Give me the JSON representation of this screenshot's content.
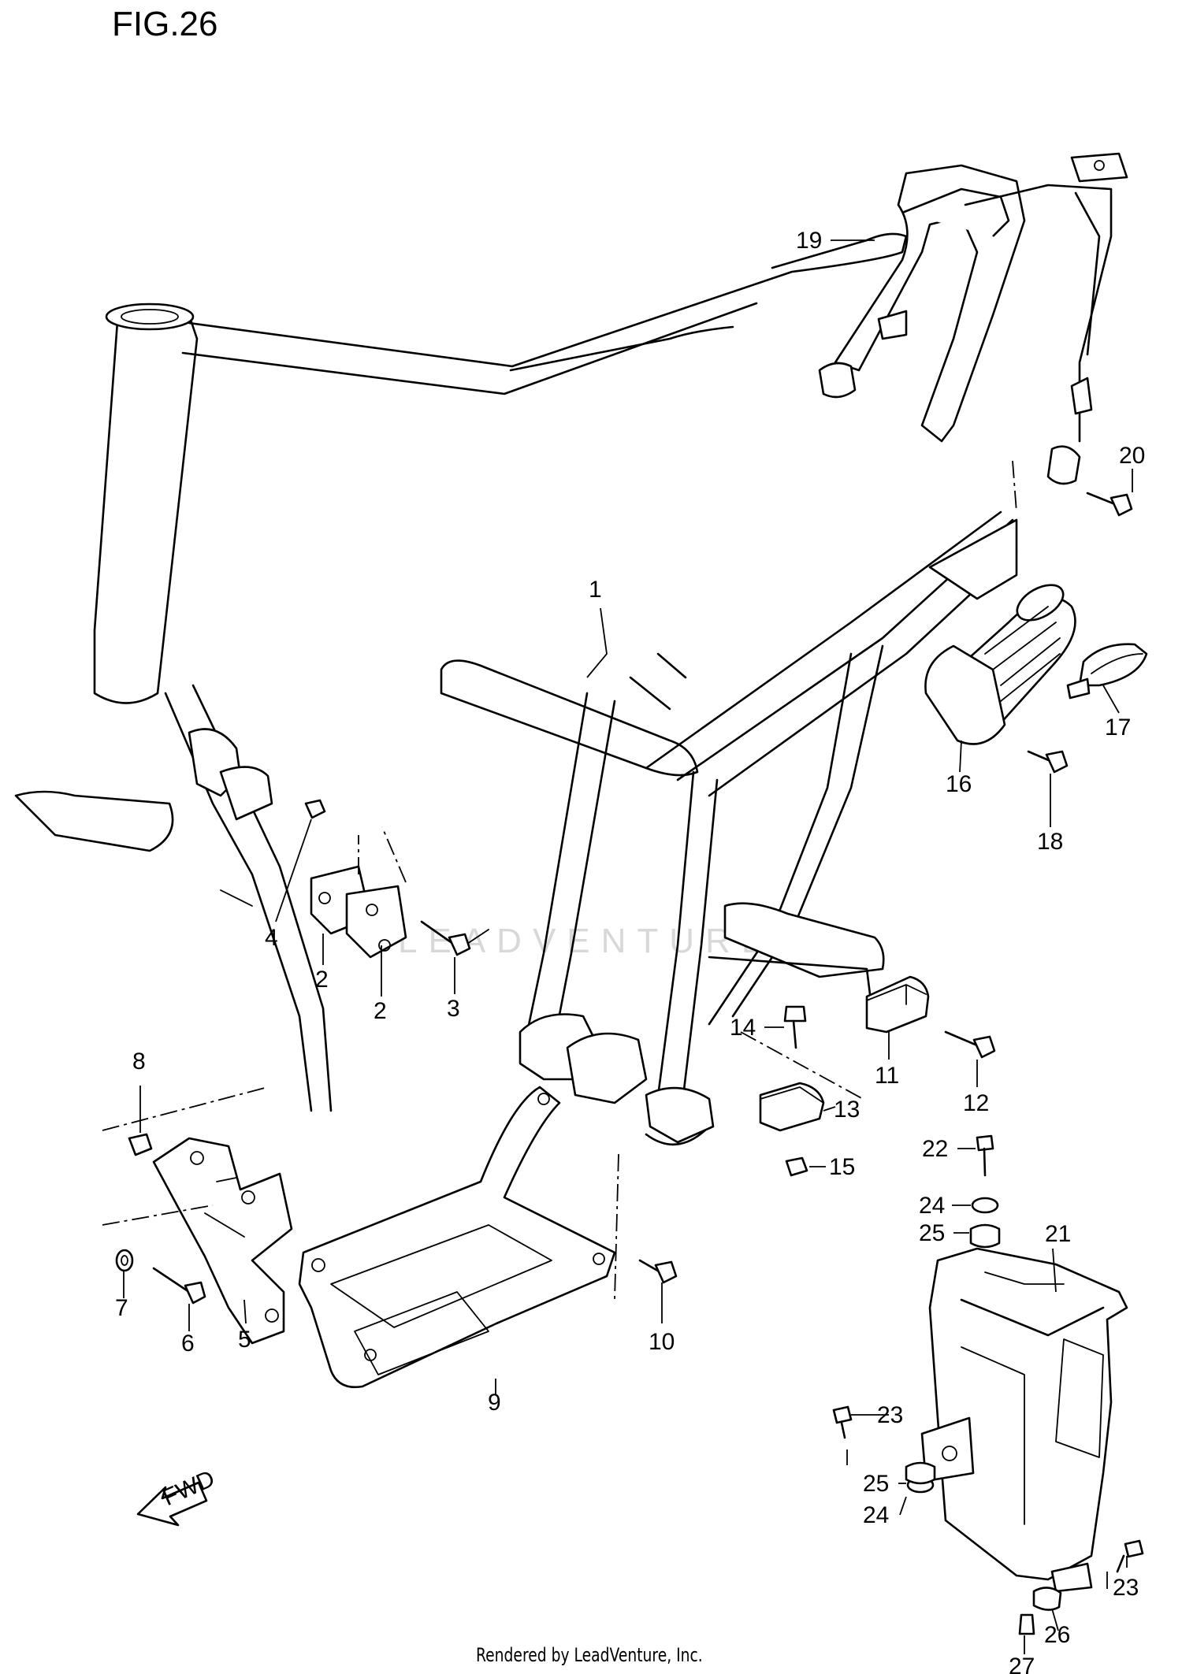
{
  "figure": {
    "title": "FIG.26"
  },
  "footer": {
    "text": "Rendered by LeadVenture, Inc."
  },
  "watermark": {
    "text": "LEADVENTURE"
  },
  "direction_marker": {
    "label": "FWD",
    "icon": "forward-arrow-icon"
  },
  "callouts": [
    {
      "id": "c1",
      "label": "1"
    },
    {
      "id": "c2a",
      "label": "2"
    },
    {
      "id": "c2b",
      "label": "2"
    },
    {
      "id": "c3",
      "label": "3"
    },
    {
      "id": "c4",
      "label": "4"
    },
    {
      "id": "c5",
      "label": "5"
    },
    {
      "id": "c6",
      "label": "6"
    },
    {
      "id": "c7",
      "label": "7"
    },
    {
      "id": "c8",
      "label": "8"
    },
    {
      "id": "c9",
      "label": "9"
    },
    {
      "id": "c10",
      "label": "10"
    },
    {
      "id": "c11",
      "label": "11"
    },
    {
      "id": "c12",
      "label": "12"
    },
    {
      "id": "c13",
      "label": "13"
    },
    {
      "id": "c14",
      "label": "14"
    },
    {
      "id": "c15",
      "label": "15"
    },
    {
      "id": "c16",
      "label": "16"
    },
    {
      "id": "c17",
      "label": "17"
    },
    {
      "id": "c18",
      "label": "18"
    },
    {
      "id": "c19",
      "label": "19"
    },
    {
      "id": "c20",
      "label": "20"
    },
    {
      "id": "c21",
      "label": "21"
    },
    {
      "id": "c22",
      "label": "22"
    },
    {
      "id": "c23a",
      "label": "23"
    },
    {
      "id": "c23b",
      "label": "23"
    },
    {
      "id": "c24a",
      "label": "24"
    },
    {
      "id": "c24b",
      "label": "24"
    },
    {
      "id": "c25a",
      "label": "25"
    },
    {
      "id": "c25b",
      "label": "25"
    },
    {
      "id": "c26",
      "label": "26"
    },
    {
      "id": "c27",
      "label": "27"
    }
  ]
}
